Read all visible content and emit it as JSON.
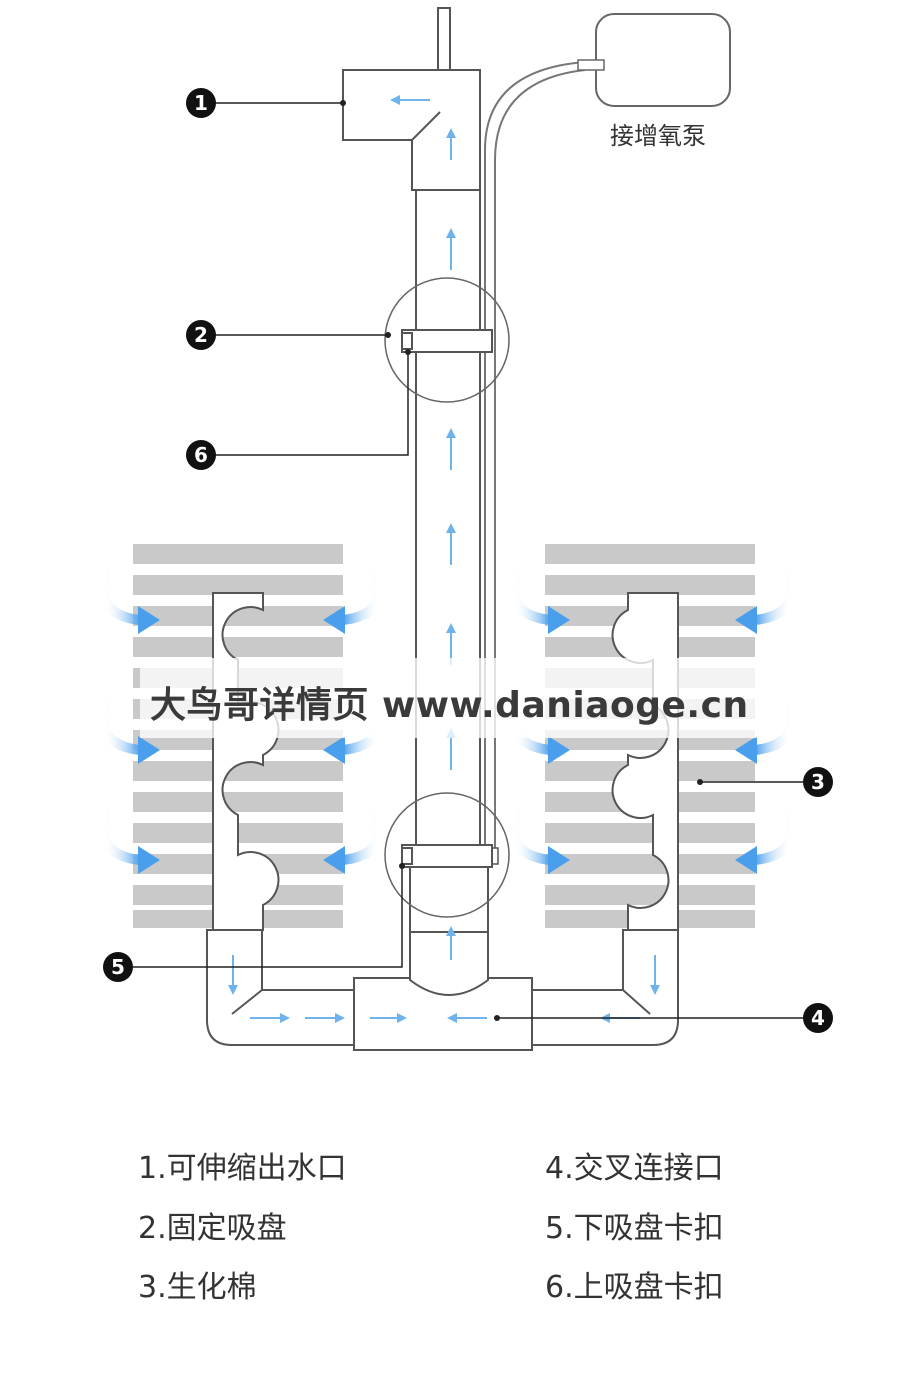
{
  "pump_label": "接增氧泵",
  "watermark": "大鸟哥详情页 www.daniaoge.cn",
  "callouts": [
    "1",
    "2",
    "3",
    "4",
    "5",
    "6"
  ],
  "legend": {
    "left": [
      "1.可伸缩出水口",
      "2.固定吸盘",
      "3.生化棉"
    ],
    "right": [
      "4.交叉连接口",
      "5.下吸盘卡扣",
      "6.上吸盘卡扣"
    ]
  },
  "colors": {
    "flow_arrow": "#6fb3ec",
    "intake_arrow": "#5aa7ee",
    "sponge_stripe": "#c9c9c9",
    "outline": "#555555",
    "callout_fill": "#111111"
  },
  "icons": [
    "flow-arrow-icon",
    "intake-arrow-icon"
  ]
}
